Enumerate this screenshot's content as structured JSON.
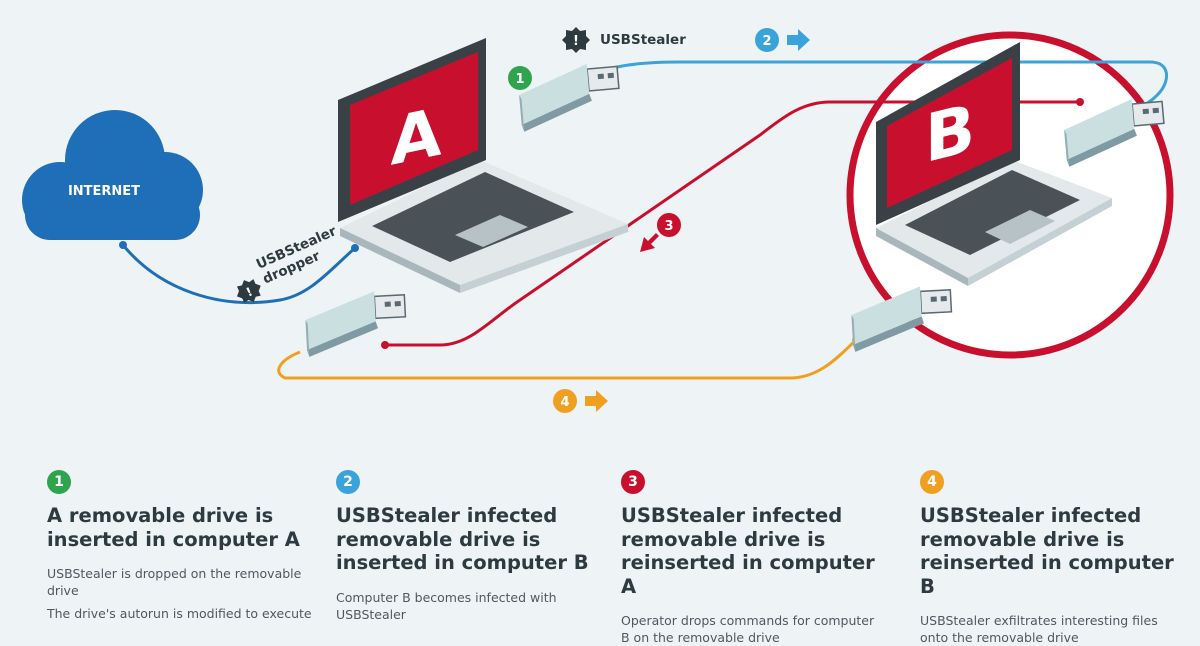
{
  "colors": {
    "blue": "#3aa3d9",
    "cloud": "#1e6fb7",
    "red": "#c8102e",
    "orange": "#f0a020",
    "green": "#2ea44f",
    "navy": "#1a3a6b"
  },
  "icons": [
    "cloud-icon",
    "laptop-icon",
    "usb-drive-icon",
    "warning-badge-icon",
    "arrow-right-icon",
    "arrow-down-left-icon"
  ],
  "diagram": {
    "cloud_label": "INTERNET",
    "laptop_a_label": "A",
    "laptop_b_label": "B",
    "usbstealer_label": "USBStealer",
    "dropper_line1": "USBStealer",
    "dropper_line2": "dropper",
    "badges": [
      "1",
      "2",
      "3",
      "4"
    ]
  },
  "steps": [
    {
      "number": "1",
      "title_lines": [
        "A removable drive is",
        "inserted in computer A"
      ],
      "descriptions": [
        [
          "USBStealer is dropped on the removable",
          "drive"
        ],
        [
          "The drive's autorun is modified to execute"
        ]
      ]
    },
    {
      "number": "2",
      "title_lines": [
        "USBStealer infected",
        "removable drive is",
        "inserted in computer B"
      ],
      "descriptions": [
        [
          "Computer B becomes infected with",
          "USBStealer"
        ]
      ]
    },
    {
      "number": "3",
      "title_lines": [
        "USBStealer infected",
        "removable drive is",
        "reinserted in computer A"
      ],
      "descriptions": [
        [
          "Operator drops commands for computer",
          "B on the removable drive"
        ]
      ]
    },
    {
      "number": "4",
      "title_lines": [
        "USBStealer infected",
        "removable drive is",
        "reinserted in computer B"
      ],
      "descriptions": [
        [
          "USBStealer exfiltrates interesting files",
          "onto the removable drive"
        ]
      ]
    }
  ]
}
